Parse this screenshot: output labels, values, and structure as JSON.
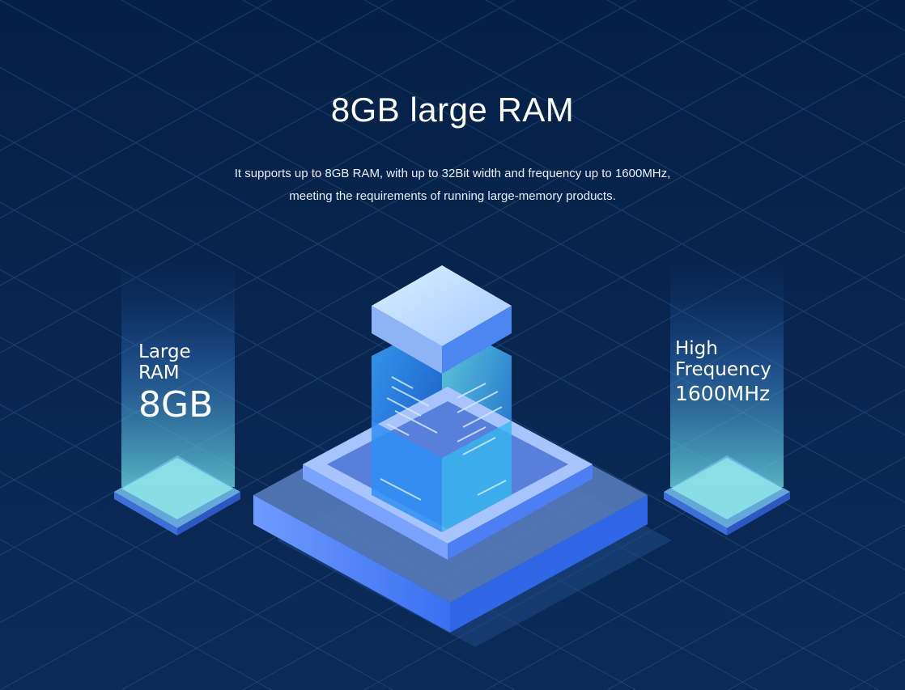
{
  "heading": "8GB large RAM",
  "description": {
    "line1": "It supports up to 8GB RAM, with up to 32Bit width and frequency up to 1600MHz,",
    "line2": "meeting the requirements of running large-memory products."
  },
  "left_feature": {
    "line1": "Large",
    "line2": "RAM",
    "value": "8GB"
  },
  "right_feature": {
    "line1": "High",
    "line2": "Frequency",
    "value": "1600MHz"
  },
  "colors": {
    "background": "#06224a",
    "grid": "#3a5f8f",
    "accent": "#3f8cff",
    "cyan": "#6fe2e8"
  },
  "icons": {
    "center": "server-tower-icon",
    "left": "memory-pedestal-icon",
    "right": "frequency-pedestal-icon"
  }
}
